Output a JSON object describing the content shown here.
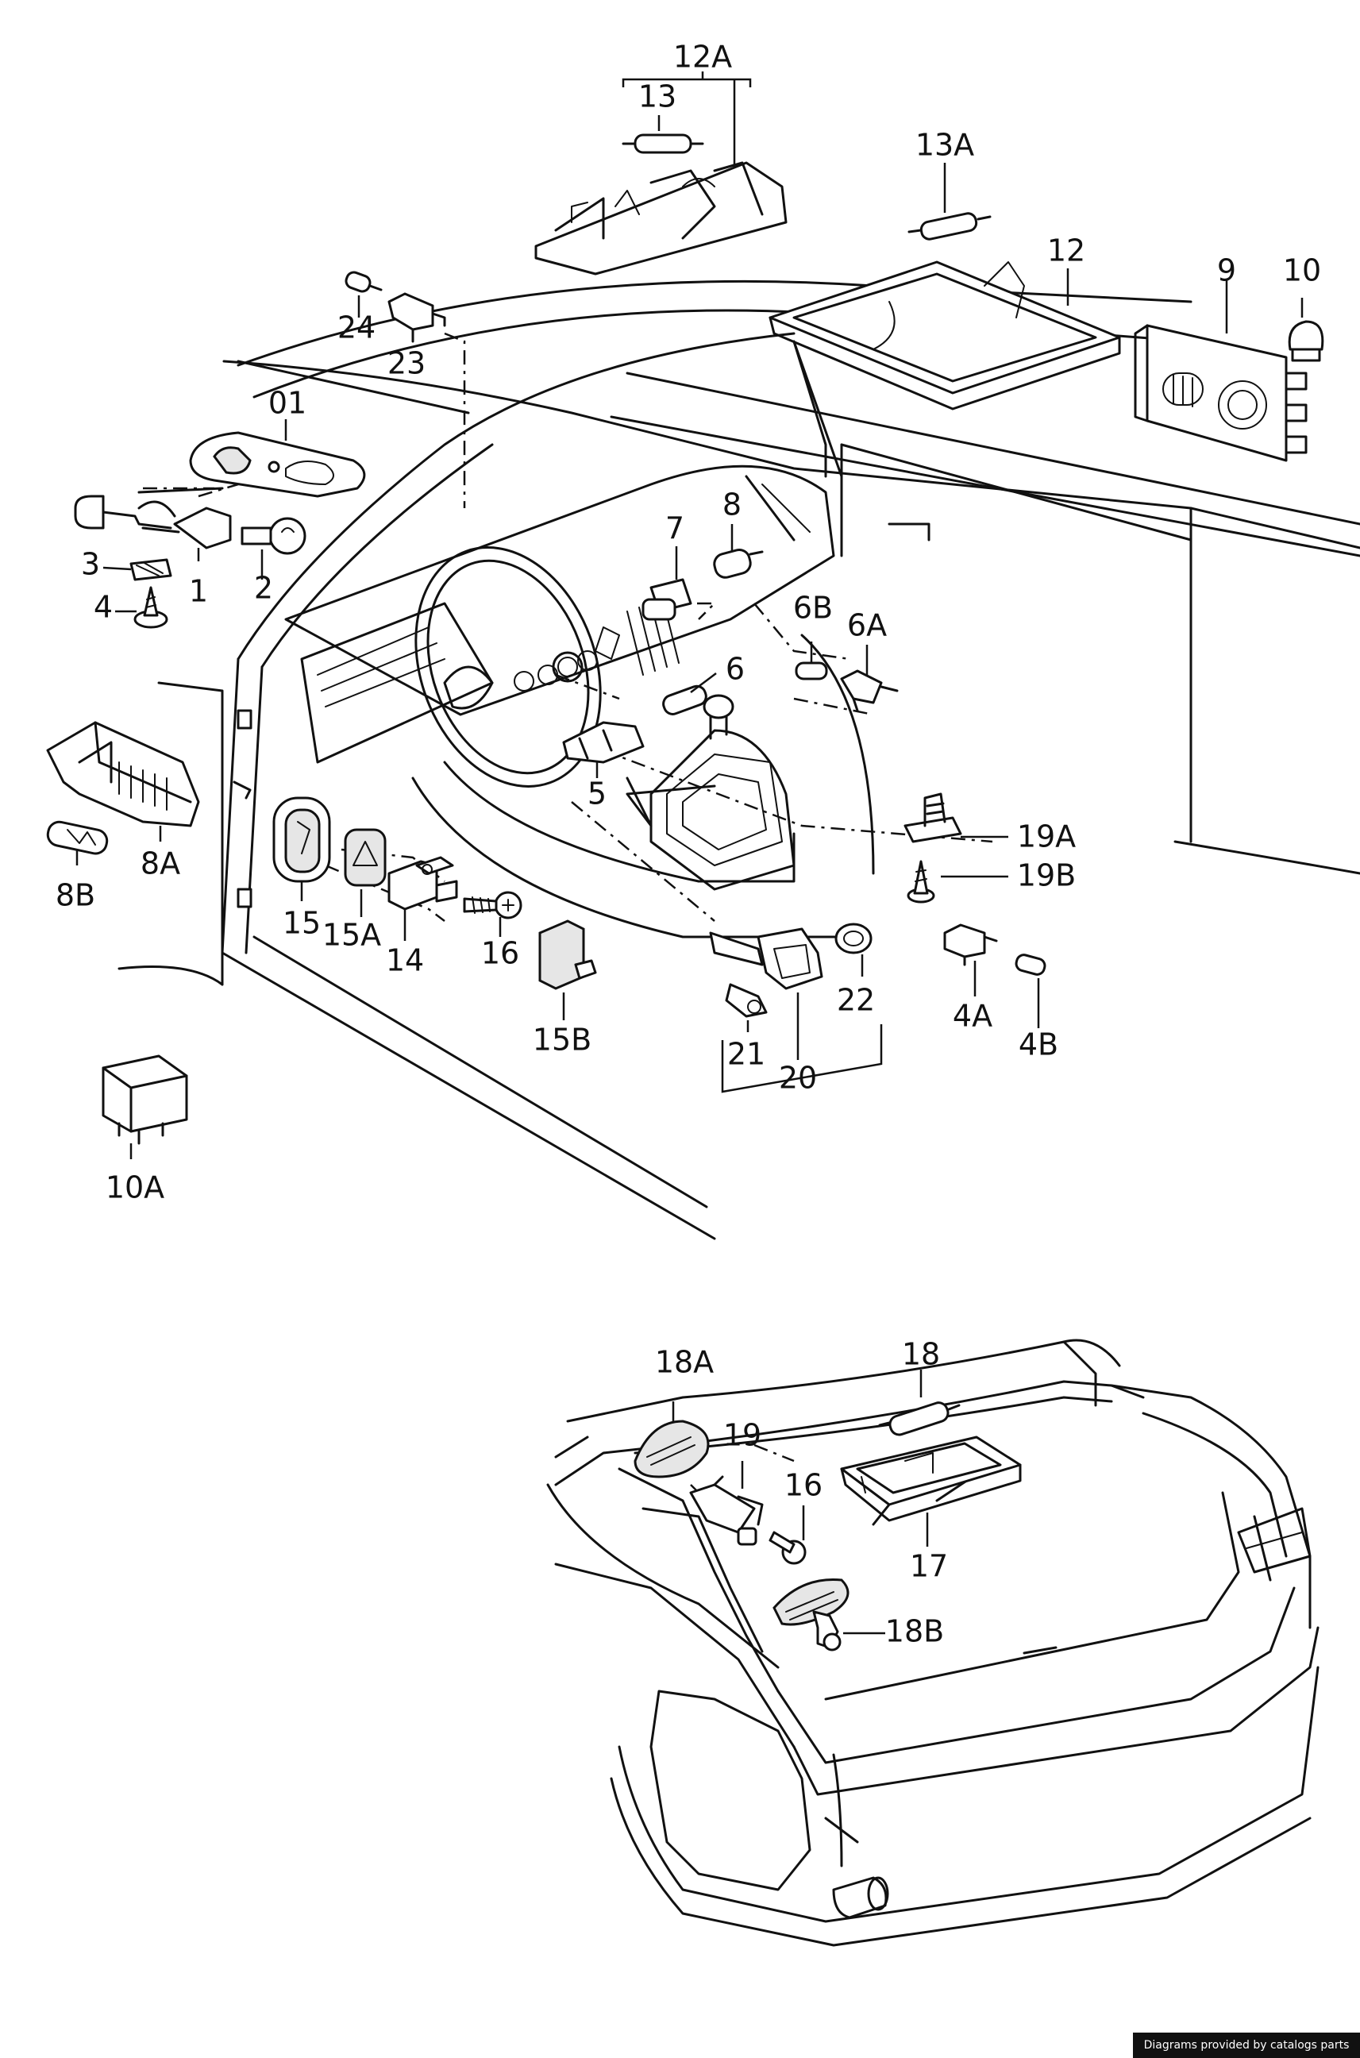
{
  "credit": "Diagrams provided by catalogs parts",
  "labels": {
    "l12A": "12A",
    "l13": "13",
    "l13A": "13A",
    "l12": "12",
    "l9": "9",
    "l10": "10",
    "l24": "24",
    "l23": "23",
    "l01": "01",
    "l1": "1",
    "l2": "2",
    "l3": "3",
    "l4": "4",
    "l7": "7",
    "l8": "8",
    "l6B": "6B",
    "l6A": "6A",
    "l6": "6",
    "l5": "5",
    "l8A": "8A",
    "l8B": "8B",
    "l15": "15",
    "l15A": "15A",
    "l14": "14",
    "l16": "16",
    "l15B": "15B",
    "l19A": "19A",
    "l19B": "19B",
    "l4A": "4A",
    "l4B": "4B",
    "l22": "22",
    "l21": "21",
    "l20": "20",
    "l10A": "10A",
    "l18A": "18A",
    "l18": "18",
    "l19": "19",
    "l16b": "16",
    "l17": "17",
    "l18B": "18B"
  }
}
